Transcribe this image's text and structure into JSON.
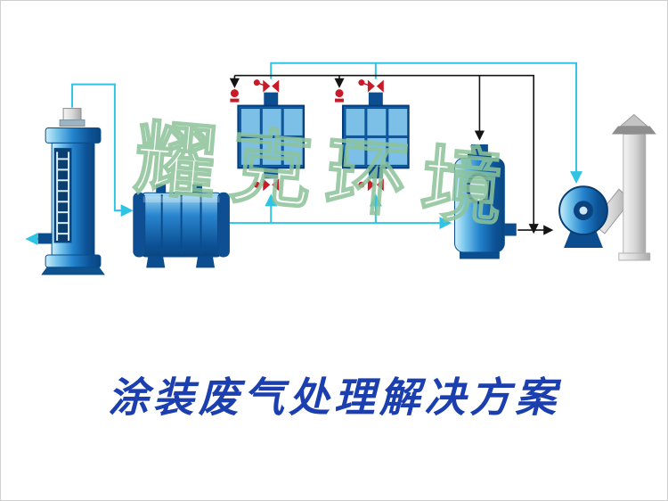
{
  "page": {
    "background": "#ffffff",
    "border_color": "#cfcfcf"
  },
  "title": {
    "text": "涂装废气处理解决方案",
    "color": "#1b3fae"
  },
  "watermark": {
    "text": "耀克环境",
    "color": "#8cc39a"
  },
  "colors": {
    "pipe_cyan": "#2fc4e4",
    "pipe_black": "#141414",
    "valve_red": "#c81a28",
    "equipment_blue_dark": "#0b4d8f",
    "equipment_blue": "#1a74c0",
    "equipment_blue_light": "#bfe9f7",
    "panel_blue": "#7cc0e8",
    "chimney_gray": "#d9d9d9"
  },
  "icons": {
    "scrubber_tower": "vertical spray scrubber with ladder",
    "filter_tank": "horizontal filter tank",
    "carbon_box_1": "activated carbon adsorption box",
    "carbon_box_2": "activated carbon adsorption box",
    "buffer_tank": "vertical tank with sight glass",
    "centrifugal_fan": "centrifugal fan",
    "chimney": "exhaust stack",
    "butterfly_valve": "red butterfly valve"
  }
}
